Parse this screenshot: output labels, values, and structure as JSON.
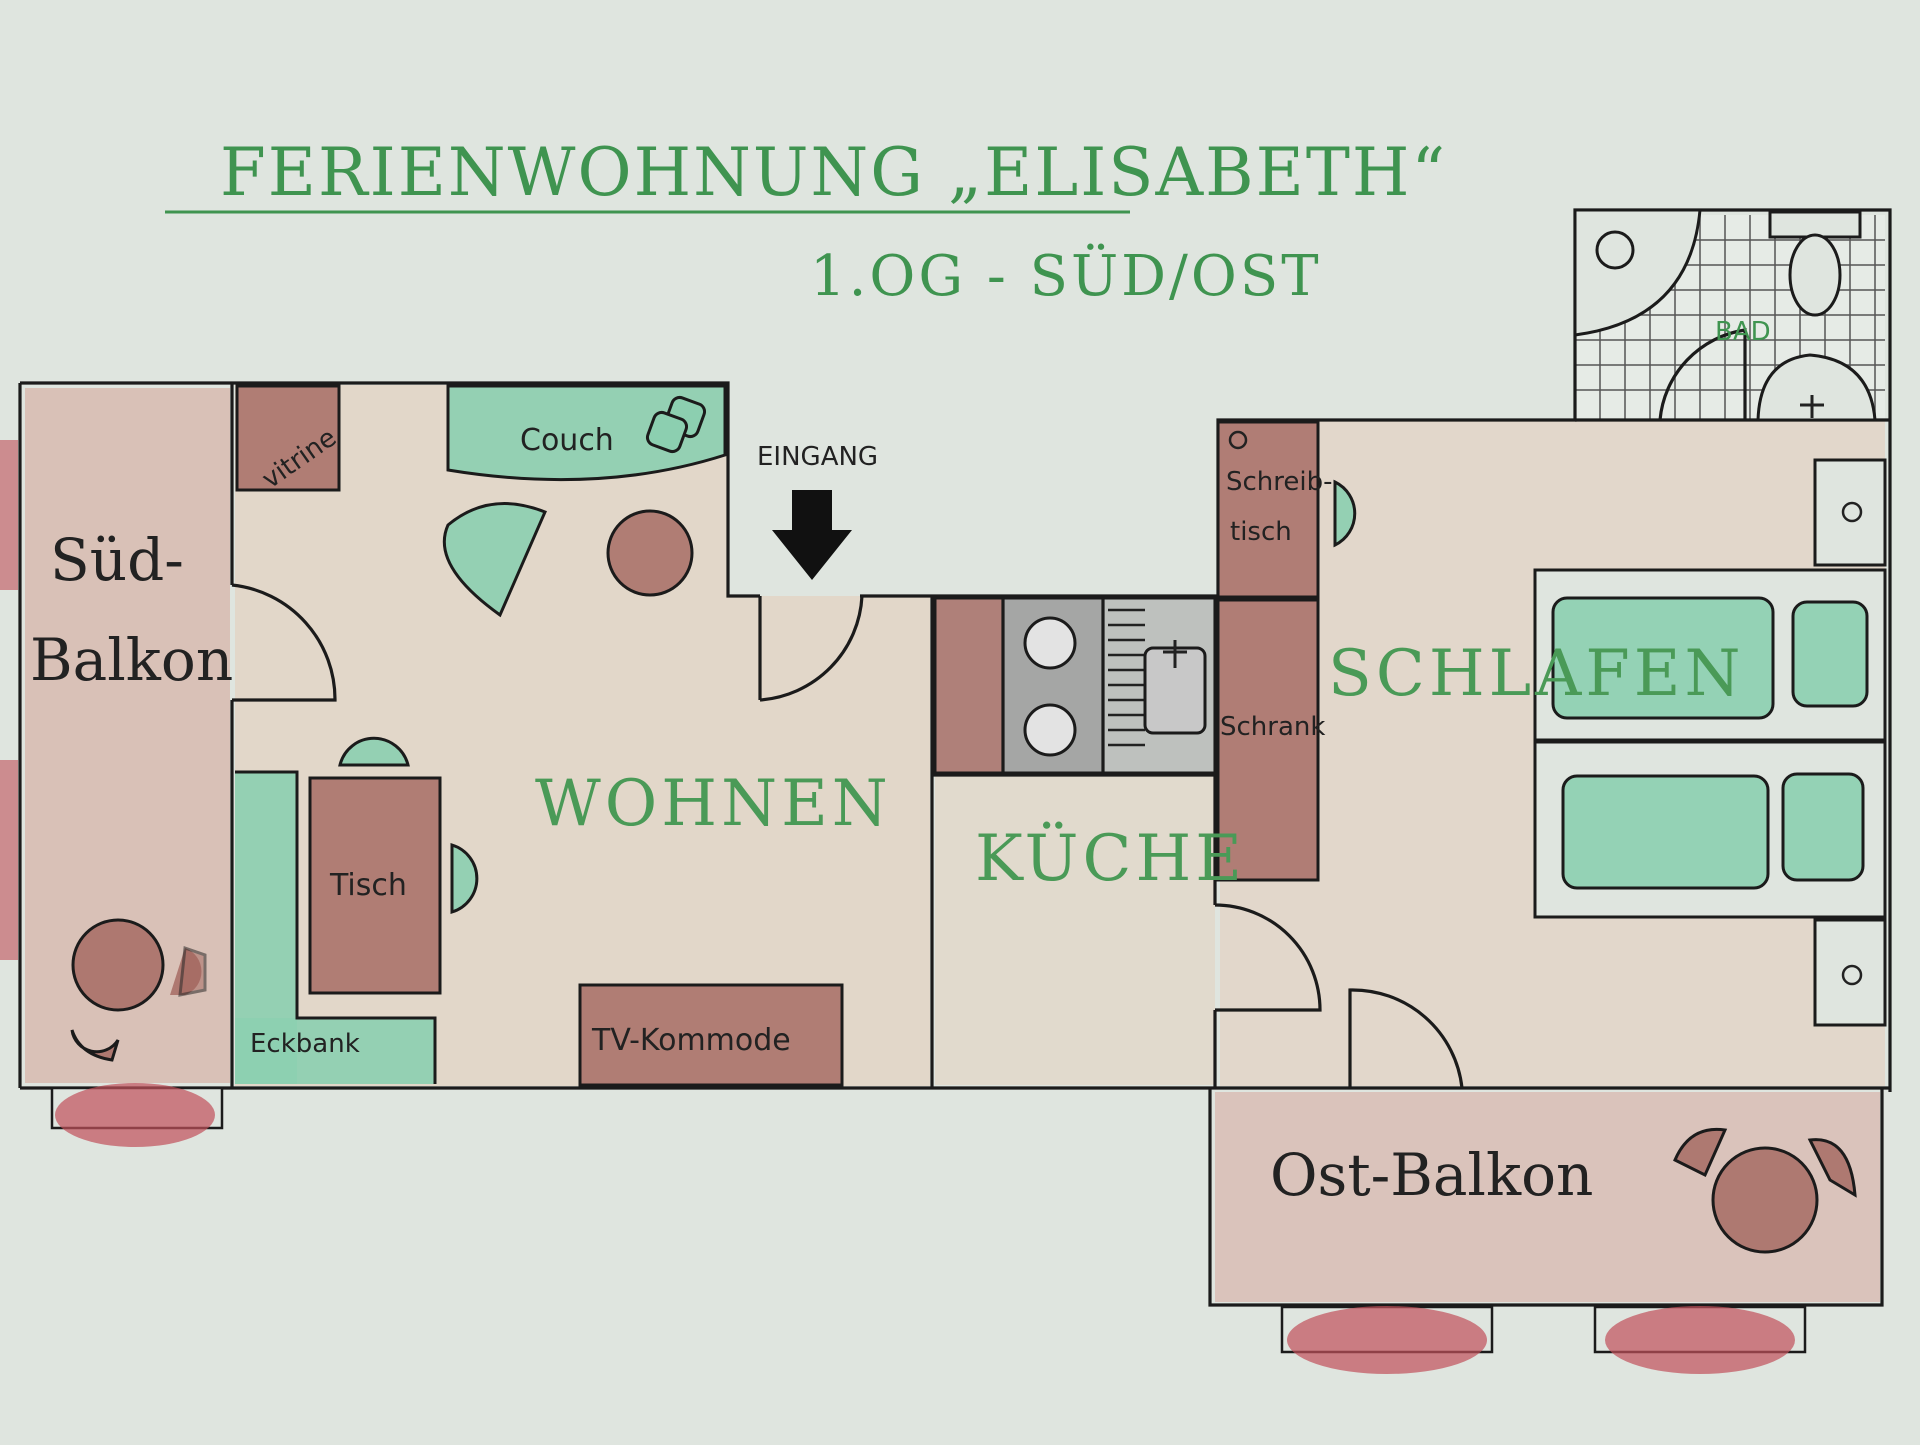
{
  "title": "FERIENWOHNUNG „ELISABETH“",
  "subtitle": "1.OG - SÜD/OST",
  "rooms": {
    "sued_balkon": "Süd-",
    "sued_balkon_2": "Balkon",
    "wohnen": "WOHNEN",
    "kueche": "KÜCHE",
    "schlafen": "SCHLAFEN",
    "bad": "BAD",
    "ost_balkon": "Ost-Balkon"
  },
  "furniture": {
    "vitrine": "vitrine",
    "couch": "Couch",
    "tisch": "Tisch",
    "eckbank": "Eckbank",
    "tv_kommode": "TV-Kommode",
    "schreibtisch_1": "Schreib-",
    "schreibtisch_2": "tisch",
    "schrank": "Schrank"
  },
  "entrance": "EINGANG",
  "colors": {
    "paper": "#dfe5df",
    "floor": "#e3d2c2",
    "furniture_brown": "#a2645c",
    "furniture_mint": "#8ccfb0",
    "label_green": "#3f9450",
    "plants": "#c0505a"
  }
}
